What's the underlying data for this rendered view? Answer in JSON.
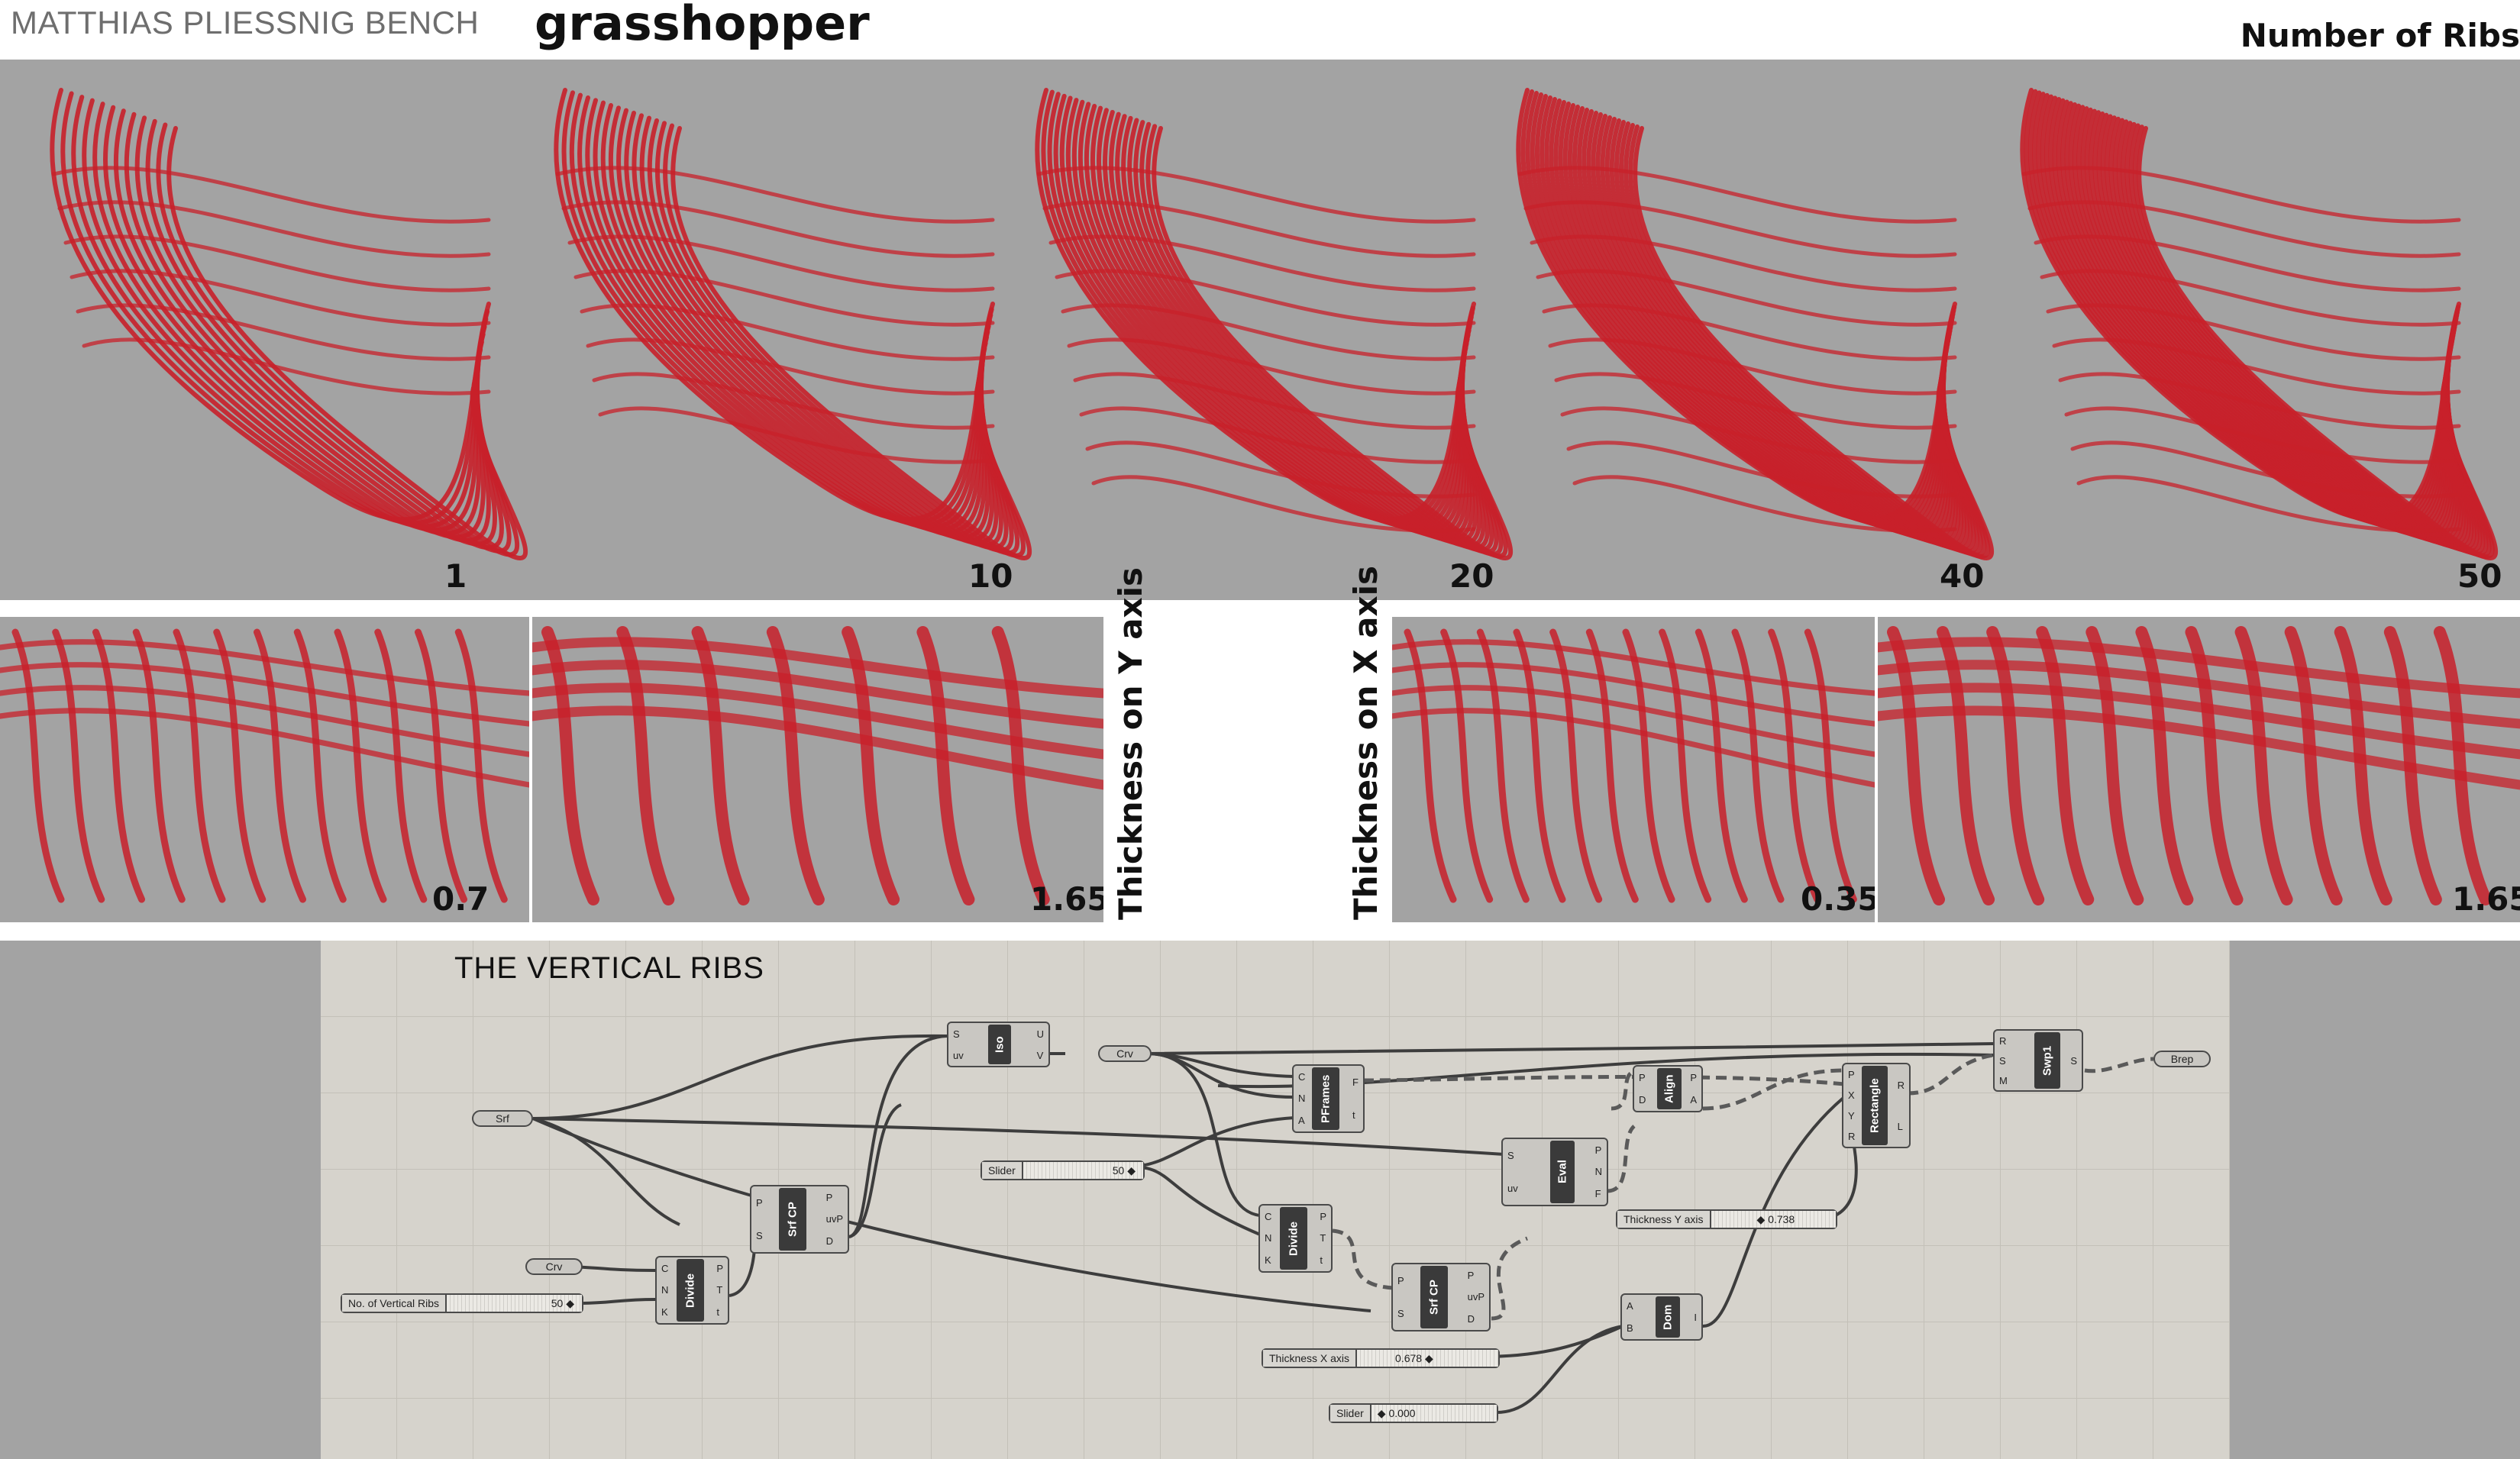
{
  "header": {
    "subtitle": "MATTHIAS PLIESSNIG BENCH",
    "title": "grasshopper",
    "section": "Number of Ribs"
  },
  "ribs_row": {
    "values": [
      "1",
      "10",
      "20",
      "40",
      "50"
    ]
  },
  "thickness_row": {
    "y_label": "Thickness on Y axis",
    "x_label": "Thickness on X axis",
    "y_values": [
      "0.7",
      "1.65"
    ],
    "x_values": [
      "0.35",
      "1.65"
    ]
  },
  "grasshopper": {
    "title": "THE VERTICAL RIBS",
    "params": {
      "srf": "Srf",
      "crv1": "Crv",
      "crv2": "Crv",
      "brep": "Brep"
    },
    "sliders": {
      "vertical_ribs": {
        "label": "No. of Vertical Ribs",
        "value": "50"
      },
      "slider1": {
        "label": "Slider",
        "value": "50"
      },
      "thickness_y": {
        "label": "Thickness Y axis",
        "value": "0.738"
      },
      "thickness_x": {
        "label": "Thickness X axis",
        "value": "0.678"
      },
      "slider2": {
        "label": "Slider",
        "value": "0.000"
      }
    },
    "components": {
      "divide1": {
        "name": "Divide",
        "inputs": [
          "C",
          "N",
          "K"
        ],
        "outputs": [
          "P",
          "T",
          "t"
        ]
      },
      "srfcp1": {
        "name": "Srf CP",
        "inputs": [
          "P",
          "S"
        ],
        "outputs": [
          "P",
          "uvP",
          "D"
        ]
      },
      "iso": {
        "name": "Iso",
        "inputs": [
          "S",
          "uv"
        ],
        "outputs": [
          "U",
          "V"
        ]
      },
      "pframes": {
        "name": "PFrames",
        "inputs": [
          "C",
          "N",
          "A"
        ],
        "outputs": [
          "F",
          "t"
        ]
      },
      "divide2": {
        "name": "Divide",
        "inputs": [
          "C",
          "N",
          "K"
        ],
        "outputs": [
          "P",
          "T",
          "t"
        ]
      },
      "srfcp2": {
        "name": "Srf CP",
        "inputs": [
          "P",
          "S"
        ],
        "outputs": [
          "P",
          "uvP",
          "D"
        ]
      },
      "eval": {
        "name": "Eval",
        "inputs": [
          "S",
          "uv"
        ],
        "outputs": [
          "P",
          "N",
          "F"
        ]
      },
      "align": {
        "name": "Align",
        "inputs": [
          "P",
          "D"
        ],
        "outputs": [
          "P",
          "A"
        ]
      },
      "dom": {
        "name": "Dom",
        "inputs": [
          "A",
          "B"
        ],
        "outputs": [
          "I"
        ]
      },
      "rectangle": {
        "name": "Rectangle",
        "inputs": [
          "P",
          "X",
          "Y",
          "R"
        ],
        "outputs": [
          "R",
          "L"
        ]
      },
      "swp1": {
        "name": "Swp1",
        "inputs": [
          "R",
          "S",
          "M"
        ],
        "outputs": [
          "S"
        ]
      }
    }
  },
  "colors": {
    "rib": "#c8202a",
    "viewport": "#a3a3a3",
    "canvas": "#d6d3cc"
  }
}
